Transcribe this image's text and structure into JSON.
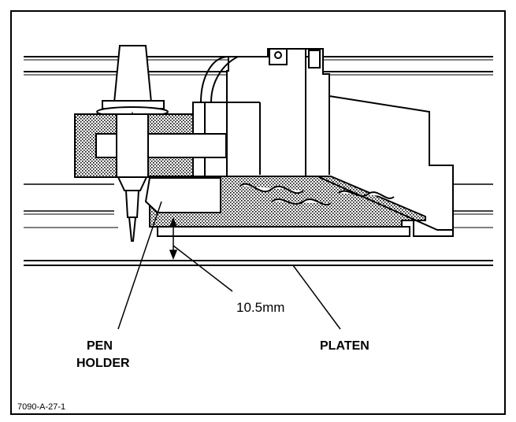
{
  "figure": {
    "labels": {
      "dimension": "10.5mm",
      "pen_holder_line1": "PEN",
      "pen_holder_line2": "HOLDER",
      "platen": "PLATEN"
    },
    "figure_id": "7090-A-27-1"
  }
}
